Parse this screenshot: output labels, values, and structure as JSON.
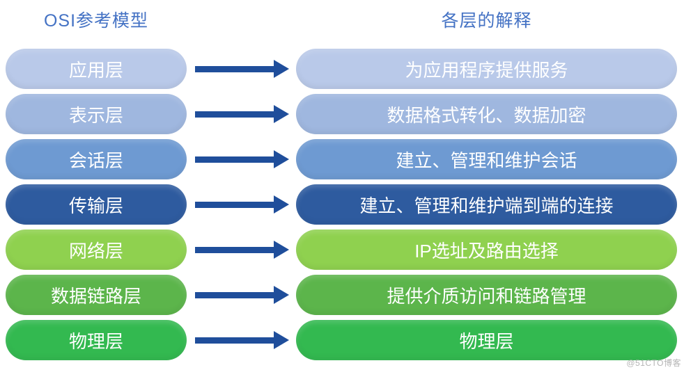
{
  "header": {
    "left_title": "OSI参考模型",
    "right_title": "各层的解释"
  },
  "colors": {
    "title": "#4472c4",
    "arrow": "#1f4e9b"
  },
  "rows": [
    {
      "layer": "应用层",
      "desc": "为应用程序提供服务",
      "color": "#b9c9e9"
    },
    {
      "layer": "表示层",
      "desc": "数据格式转化、数据加密",
      "color": "#9fb7df"
    },
    {
      "layer": "会话层",
      "desc": "建立、管理和维护会话",
      "color": "#6e9ad2"
    },
    {
      "layer": "传输层",
      "desc": "建立、管理和维护端到端的连接",
      "color": "#2e5b9f"
    },
    {
      "layer": "网络层",
      "desc": "IP选址及路由选择",
      "color": "#8fd14f"
    },
    {
      "layer": "数据链路层",
      "desc": "提供介质访问和链路管理",
      "color": "#5cb54b"
    },
    {
      "layer": "物理层",
      "desc": "物理层",
      "color": "#33b950"
    }
  ],
  "watermark": "@51CTO博客"
}
